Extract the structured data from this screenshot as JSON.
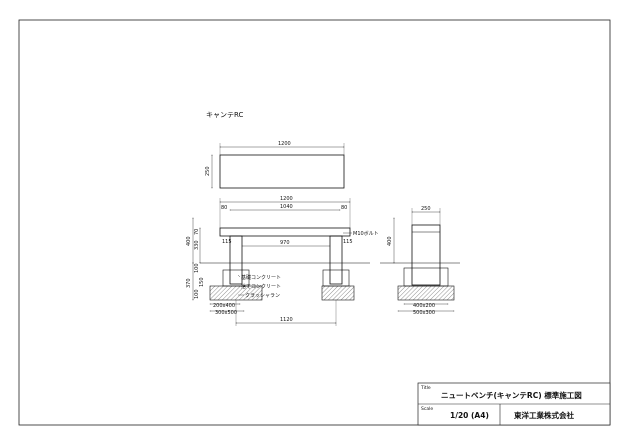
{
  "drawing": {
    "title_label": "キャンテRC",
    "top_view": {
      "length": "1200",
      "depth": "250"
    },
    "front_view": {
      "overall_length": "1200",
      "inner_length": "1040",
      "end_left": "80",
      "end_right": "80",
      "leg_left": "115",
      "leg_right": "115",
      "span": "970",
      "bolt_note": "M10ボルト",
      "height_total": "400",
      "height_upper": "330",
      "height_seat": "70",
      "height_lower": "370",
      "base_a": "100",
      "base_b": "150",
      "base_c": "100",
      "labels": [
        "基礎コンクリート",
        "捨てコンクリート",
        "クラッシャラン"
      ],
      "footing_small": "200x400",
      "footing_large": "300x500",
      "foot_spacing": "1120"
    },
    "side_view": {
      "width": "250",
      "height": "400",
      "footing_small": "400x200",
      "footing_large": "500x300"
    }
  },
  "title_block": {
    "title_tag": "Title",
    "title": "ニュートベンチ(キャンテRC) 標準施工図",
    "scale_tag": "Scale",
    "scale": "1/20 (A4)",
    "company": "東洋工業株式会社"
  }
}
